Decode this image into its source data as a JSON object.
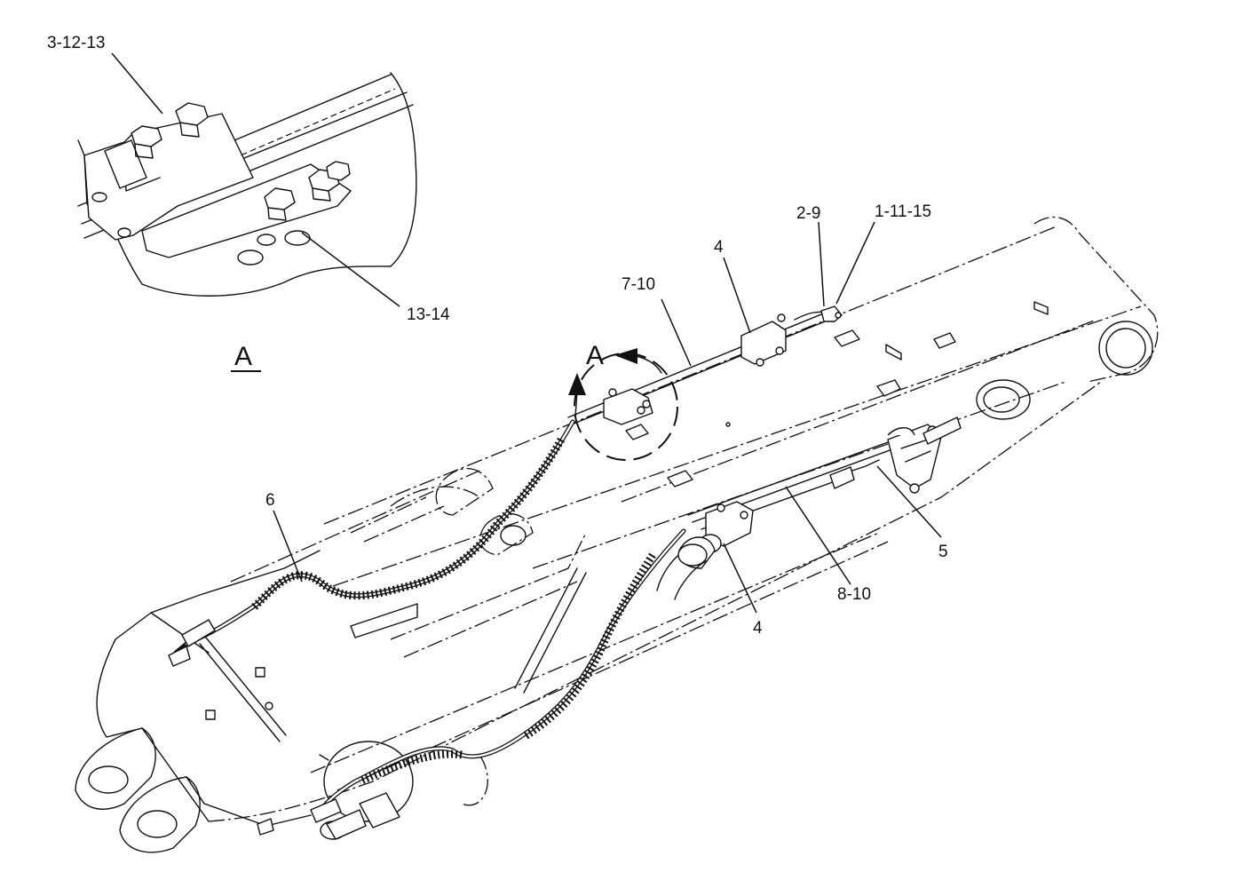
{
  "callouts": {
    "c_3_12_13": "3-12-13",
    "c_13_14": "13-14",
    "c_2_9": "2-9",
    "c_1_11_15": "1-11-15",
    "c_4_top": "4",
    "c_7_10": "7-10",
    "c_6": "6",
    "c_5": "5",
    "c_8_10": "8-10",
    "c_4_bottom": "4"
  },
  "view_label": "A",
  "detail_label": "A"
}
